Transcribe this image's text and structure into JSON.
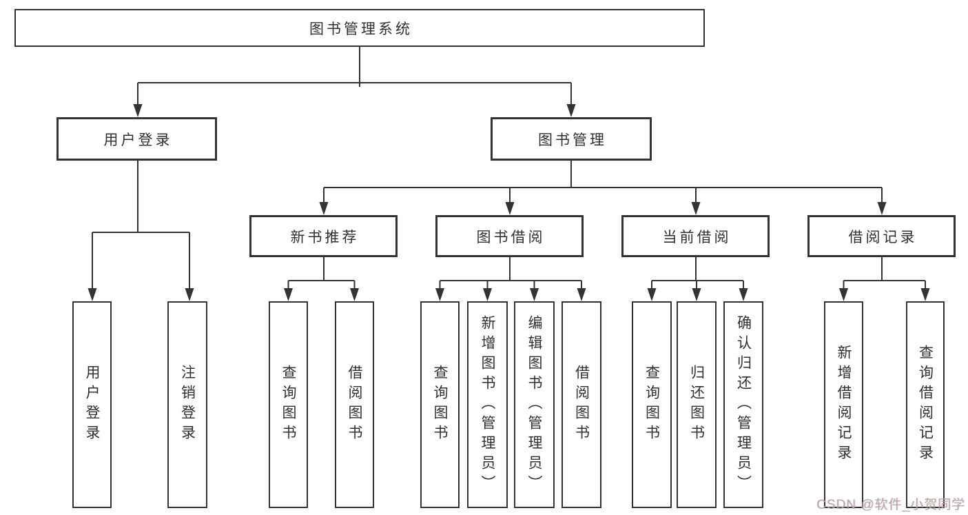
{
  "tree": {
    "label": "图书管理系统",
    "children": [
      {
        "label": "用户登录",
        "children": [
          {
            "label": "用户登录"
          },
          {
            "label": "注销登录"
          }
        ]
      },
      {
        "label": "图书管理",
        "children": [
          {
            "label": "新书推荐",
            "children": [
              {
                "label": "查询图书"
              },
              {
                "label": "借阅图书"
              }
            ]
          },
          {
            "label": "图书借阅",
            "children": [
              {
                "label": "查询图书"
              },
              {
                "label": "新增图书（管理员）"
              },
              {
                "label": "编辑图书（管理员）"
              },
              {
                "label": "借阅图书"
              }
            ]
          },
          {
            "label": "当前借阅",
            "children": [
              {
                "label": "查询图书"
              },
              {
                "label": "归还图书"
              },
              {
                "label": "确认归还（管理员）"
              }
            ]
          },
          {
            "label": "借阅记录",
            "children": [
              {
                "label": "新增借阅记录"
              },
              {
                "label": "查询借阅记录"
              }
            ]
          }
        ]
      }
    ]
  },
  "watermark": {
    "text": "CSDN @软件_小贺同学"
  },
  "colors": {
    "line": "#333333",
    "box_border": "#333333",
    "text": "#2f2f2f",
    "watermark": "#a8a8a8",
    "background": "#ffffff"
  }
}
